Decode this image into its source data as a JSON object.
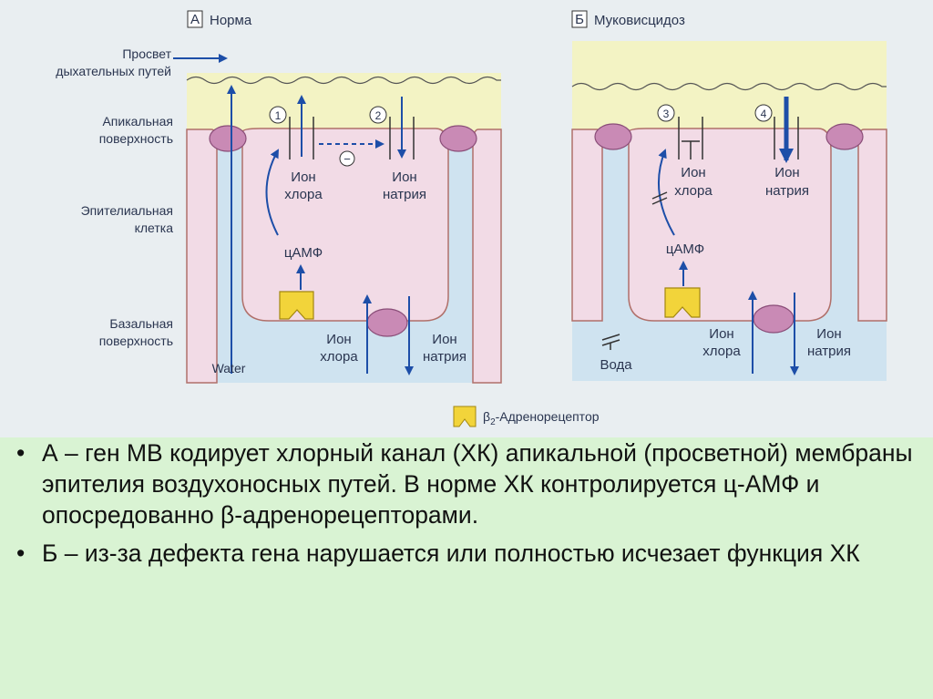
{
  "panels": {
    "a": {
      "letter": "А",
      "title": "Норма"
    },
    "b": {
      "letter": "Б",
      "title": "Муковисцидоз"
    }
  },
  "side_labels": {
    "lumen": [
      "Просвет",
      "дыхательных путей"
    ],
    "apical": [
      "Апикальная",
      "поверхность"
    ],
    "epithelial": [
      "Эпителиальная",
      "клетка"
    ],
    "basal": [
      "Базальная",
      "поверхность"
    ]
  },
  "panel_a": {
    "channel_1": "1",
    "channel_2": "2",
    "minus": "−",
    "chloride_ion": [
      "Ион",
      "хлора"
    ],
    "sodium_ion": [
      "Ион",
      "натрия"
    ],
    "camp": "цАМФ",
    "basal_chloride": [
      "Ион",
      "хлора"
    ],
    "basal_sodium": [
      "Ион",
      "натрия"
    ],
    "water": "Water"
  },
  "panel_b": {
    "channel_3": "3",
    "channel_4": "4",
    "chloride_ion": [
      "Ион",
      "хлора"
    ],
    "sodium_ion": [
      "Ион",
      "натрия"
    ],
    "camp": "цАМФ",
    "basal_chloride": [
      "Ион",
      "хлора"
    ],
    "basal_sodium": [
      "Ион",
      "натрия"
    ],
    "water": "Вода"
  },
  "legend": {
    "beta": "β",
    "subscript": "2",
    "text": "-Адренорецептор"
  },
  "bullets": [
    {
      "marker": "•",
      "text": "А – ген МВ кодирует хлорный канал (ХК) апикальной (просветной) мембраны эпителия воздухоносных путей. В норме ХК контролируется ц-АМФ и опосредованно β-адренорецепторами."
    },
    {
      "marker": "•",
      "text": "Б – из-за дефекта гена нарушается или полностью исчезает функция ХК"
    }
  ],
  "colors": {
    "lumen": "#f3f3c4",
    "cell": "#f2dbe6",
    "interstitial": "#cfe3f0",
    "membrane": "#b0706a",
    "pump": "#c98ab5",
    "arrow": "#1d4ea8",
    "receptor": "#f2d43a",
    "text_background": "#d9f3d3"
  }
}
